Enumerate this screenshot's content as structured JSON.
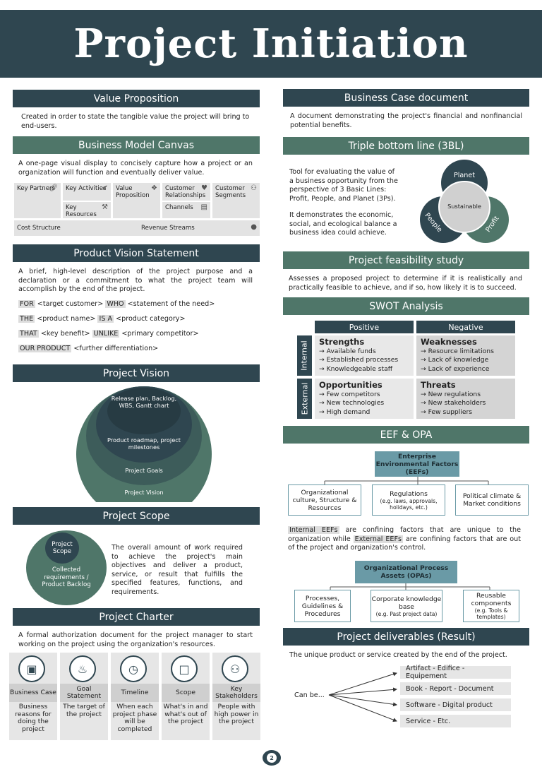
{
  "title": "Project Initiation",
  "value_prop": {
    "heading": "Value Proposition",
    "text": "Created in order to state the tangible value the project will bring to end-users."
  },
  "bmc": {
    "heading": "Business Model Canvas",
    "text": "A one-page visual display to concisely capture how a project or an organization will function and eventually deliver value.",
    "cells": {
      "key_partners": "Key Partners",
      "key_activities": "Key Activities",
      "key_resources": "Key Resources",
      "value_proposition": "Value Proposition",
      "customer_relationships": "Customer Relationships",
      "channels": "Channels",
      "customer_segments": "Customer Segments",
      "cost_structure": "Cost Structure",
      "revenue_streams": "Revenue Streams"
    }
  },
  "pvs": {
    "heading": "Product Vision Statement",
    "text": "A brief, high-level description of the project purpose and a declaration or a commitment to what the project team will accomplish by the end of the project.",
    "lines": [
      {
        "k1": "FOR",
        "v1": " <target customer> ",
        "k2": "WHO",
        "v2": " <statement of the need>"
      },
      {
        "k1": "THE",
        "v1": " <product name> ",
        "k2": "IS A",
        "v2": " <product category>"
      },
      {
        "k1": "THAT",
        "v1": " <key benefit> ",
        "k2": "UNLIKE",
        "v2": " <primary competitor>"
      },
      {
        "k1": "OUR PRODUCT",
        "v1": " <further differentiation>",
        "k2": "",
        "v2": ""
      }
    ]
  },
  "vision": {
    "heading": "Project Vision",
    "rings": [
      "Release plan, Backlog, WBS, Gantt chart",
      "Product roadmap, project milestones",
      "Project Goals",
      "Project Vision"
    ]
  },
  "scope": {
    "heading": "Project Scope",
    "inner": "Project Scope",
    "outer": "Collected requirements / Product Backlog",
    "text": "The overall amount of work required to achieve the project's main objectives and deliver a product, service, or result that fulfills the specified features, functions, and requirements."
  },
  "charter": {
    "heading": "Project Charter",
    "text": "A formal authorization document for the project manager to start working on the project using the organization's resources.",
    "items": [
      {
        "icon": "briefcase-icon",
        "label": "Business Case",
        "desc": "Business reasons for doing the project"
      },
      {
        "icon": "thermometer-icon",
        "label": "Goal Statement",
        "desc": "The target of the project"
      },
      {
        "icon": "clock-icon",
        "label": "Timeline",
        "desc": "When each project phase will be completed"
      },
      {
        "icon": "square-icon",
        "label": "Scope",
        "desc": "What's in and what's out of the project"
      },
      {
        "icon": "people-icon",
        "label": "Key Stakeholders",
        "desc": "People with high power in the project"
      }
    ]
  },
  "bcd": {
    "heading": "Business Case document",
    "text": "A document demonstrating the project's financial and nonfinancial potential benefits."
  },
  "tbl": {
    "heading": "Triple bottom line (3BL)",
    "text1": "Tool for evaluating the value of a business opportunity from the perspective of 3 Basic Lines: Profit, People, and Planet (3Ps).",
    "text2": "It demonstrates the economic, social, and ecological balance a business idea could achieve.",
    "planet": "Planet",
    "people": "People",
    "profit": "Profit",
    "center": "Sustainable"
  },
  "feas": {
    "heading": "Project feasibility study",
    "text": "Assesses a proposed project to determine if it is realistically and practically feasible to achieve, and if so, how likely it is to succeed."
  },
  "swot": {
    "heading": "SWOT Analysis",
    "positive": "Positive",
    "negative": "Negative",
    "internal": "Internal",
    "external": "External",
    "strengths": {
      "title": "Strengths",
      "items": [
        "Available funds",
        "Established processes",
        "Knowledgeable staff"
      ]
    },
    "weaknesses": {
      "title": "Weaknesses",
      "items": [
        "Resource limitations",
        "Lack of knowledge",
        "Lack of experience"
      ]
    },
    "opportunities": {
      "title": "Opportunities",
      "items": [
        "Few competitors",
        "New technologies",
        "High demand"
      ]
    },
    "threats": {
      "title": "Threats",
      "items": [
        "New regulations",
        "New stakeholders",
        "Few suppliers"
      ]
    }
  },
  "eef": {
    "heading": "EEF & OPA",
    "eef_title": "Enterprise Environmental Factors (EEFs)",
    "eef_children": [
      {
        "main": "Organizational culture, Structure & Resources",
        "sub": ""
      },
      {
        "main": "Regulations",
        "sub": "(e.g. laws, approvals, holidays, etc.)"
      },
      {
        "main": "Political climate & Market conditions",
        "sub": ""
      }
    ],
    "k1": "Internal EEFs",
    "t1": " are confining factors that are unique to the organization while ",
    "k2": "External EEFs",
    "t2": " are confining factors that are out of the project and organization's control.",
    "opa_title": "Organizational Process Assets (OPAs)",
    "opa_children": [
      {
        "main": "Processes, Guidelines & Procedures",
        "sub": ""
      },
      {
        "main": "Corporate knowledge base",
        "sub": "(e.g. Past project data)"
      },
      {
        "main": "Reusable components",
        "sub": "(e.g. Tools & templates)"
      }
    ]
  },
  "deliv": {
    "heading": "Project deliverables (Result)",
    "text": "The unique product or service created by the end of the project.",
    "canbe": "Can be...",
    "items": [
      "Artifact - Edifice - Equipement",
      "Book - Report - Document",
      "Software - Digital product",
      "Service - Etc."
    ]
  },
  "page_number": "2",
  "colors": {
    "dark": "#2f4650",
    "green": "#4f7669",
    "teal": "#6a9aa6"
  }
}
